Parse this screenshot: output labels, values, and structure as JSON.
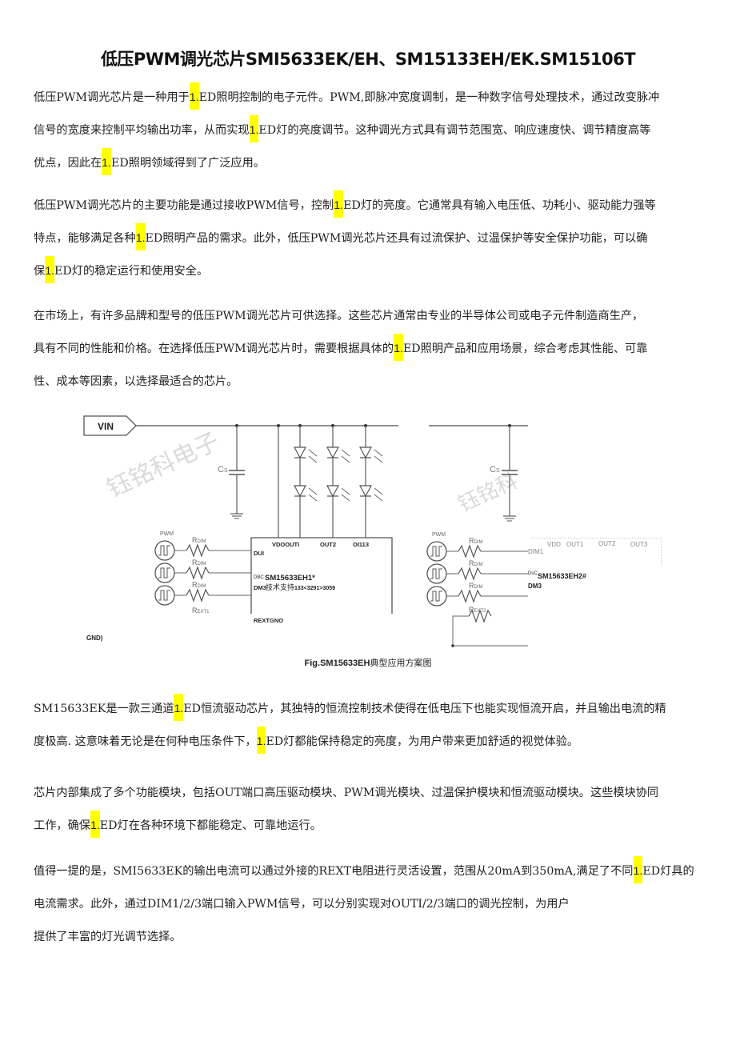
{
  "document": {
    "title": "低压PWM调光芯片SMI5633EK/EH、SM15133EH/EK.SM15106T",
    "highlight_color": "#ffff00",
    "paragraphs": [
      {
        "lines": [
          [
            "低压PWM调光芯片是一种用于",
            "1.",
            "ED照明控制的电子元件。PWM,即脉冲宽度调制，是一种数字信号处理技术，通过改变脉冲"
          ],
          [
            "信号的宽度来控制平均输出功率，从而实现",
            "1.",
            "ED灯的亮度调节。这种调光方式具有调节范围宽、响应速度快、调节精度高等"
          ],
          [
            "优点，因此在",
            "1.",
            "ED照明领域得到了广泛应用。"
          ]
        ]
      },
      {
        "lines": [
          [
            "低压PWM调光芯片的主要功能是通过接收PWM信号，控制",
            "1.",
            "ED灯的亮度。它通常具有输入电压低、功耗小、驱动能力强等"
          ],
          [
            "特点，能够满足各种",
            "1.",
            "ED照明产品的需求。此外，低压PWM调光芯片还具有过流保护、过温保护等安全保护功能，可以确"
          ],
          [
            "保",
            "1.",
            "ED灯的稳定运行和使用安全。"
          ]
        ]
      },
      {
        "lines": [
          [
            "在市场上，有许多品牌和型号的低压PWM调光芯片可供选择。这些芯片通常由专业的半导体公司或电子元件制造商生产，",
            "",
            ""
          ],
          [
            "具有不同的性能和价格。在选择低压PWM调光芯片时，需要根据具体的",
            "1.",
            "ED照明产品和应用场景，综合考虑其性能、可靠"
          ],
          [
            "性、成本等因素，以选择最适合的芯片。",
            "",
            ""
          ]
        ]
      },
      {
        "lines": [
          [
            "SM15633EK是一款三通道",
            "1.",
            "ED恒流驱动芯片，其独特的恒流控制技术使得在低电压下也能实现恒流开启，并且输出电流的精"
          ],
          [
            "度极高. 这意味着无论是在何种电压条件下，",
            "1.",
            "ED灯都能保持稳定的亮度，为用户带来更加舒适的视觉体验。"
          ]
        ]
      },
      {
        "lines": [
          [
            "芯片内部集成了多个功能模块，包括OUT端口高压驱动模块、PWM调光模块、过温保护模块和恒流驱动模块。这些模块协同",
            "",
            ""
          ],
          [
            "工作，确保",
            "1.",
            "ED灯在各种环境下都能稳定、可靠地运行。"
          ]
        ]
      },
      {
        "lines": [
          [
            "值得一提的是，SMI5633EK的输出电流可以通过外接的REXT电阻进行灵活设置，范围从20mA到350mA,满足了不同",
            "1.",
            "ED灯具的"
          ],
          [
            "电流需求。此外，通过DIM1/2/3端口输入PWM信号，可以分别实现对OUTI/2/3端口的调光控制，为用户",
            "",
            ""
          ],
          [
            "提供了丰富的灯光调节选择。",
            "",
            ""
          ]
        ]
      }
    ]
  },
  "figure": {
    "caption_bold": "Fig.SM15633EH",
    "caption_rest": "典型应用方案图",
    "watermark": "钰铭科电子",
    "left_circuit": {
      "vin_label": "VIN",
      "cap_label": "Cs",
      "pwm_label": "PWM",
      "r_dim": "RDIM",
      "r_ext": "REXT1",
      "chip_pins_top": [
        "VDOOUTI",
        "OUT2",
        "OI113"
      ],
      "pin_dim1": "DUI",
      "chip_name_prefix": "DBC",
      "chip_name": "SM15633EH1*",
      "dm3_line_a": "DM3",
      "dm3_line_b": "技术支持",
      "dm3_line_c": "133<3291>3059",
      "rext_gnd": "REXTGNO",
      "gnd": "GND)"
    },
    "right_circuit": {
      "cap_label": "Cs",
      "pwm_label": "PWM",
      "r_dim": "RDIM",
      "r_ext": "REXT2",
      "chip_pins_top": [
        "VDD",
        "OUT1",
        "OUT2",
        "OUT3"
      ],
      "pin_dim1": "DIM1",
      "chip_name_prefix": "DsC",
      "chip_name": "SM15633EH2#",
      "dm3": "DM3"
    }
  }
}
